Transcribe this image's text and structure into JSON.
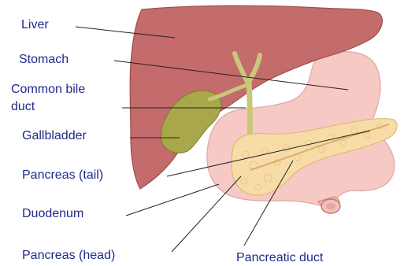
{
  "labels": {
    "liver": "Liver",
    "stomach": "Stomach",
    "common_bile_duct_line1": "Common bile",
    "common_bile_duct_line2": "duct",
    "gallbladder": "Gallbladder",
    "pancreas_tail": "Pancreas (tail)",
    "duodenum": "Duodenum",
    "pancreas_head": "Pancreas (head)",
    "pancreatic_duct": "Pancreatic duct"
  },
  "colors": {
    "label_text": "#1f2a8a",
    "liver": "#c46b6b",
    "stomach": "#f7c9c5",
    "gallbladder": "#a8a84a",
    "bile_duct": "#c9c77a",
    "pancreas": "#f8dca7",
    "leader_line": "#222222"
  }
}
